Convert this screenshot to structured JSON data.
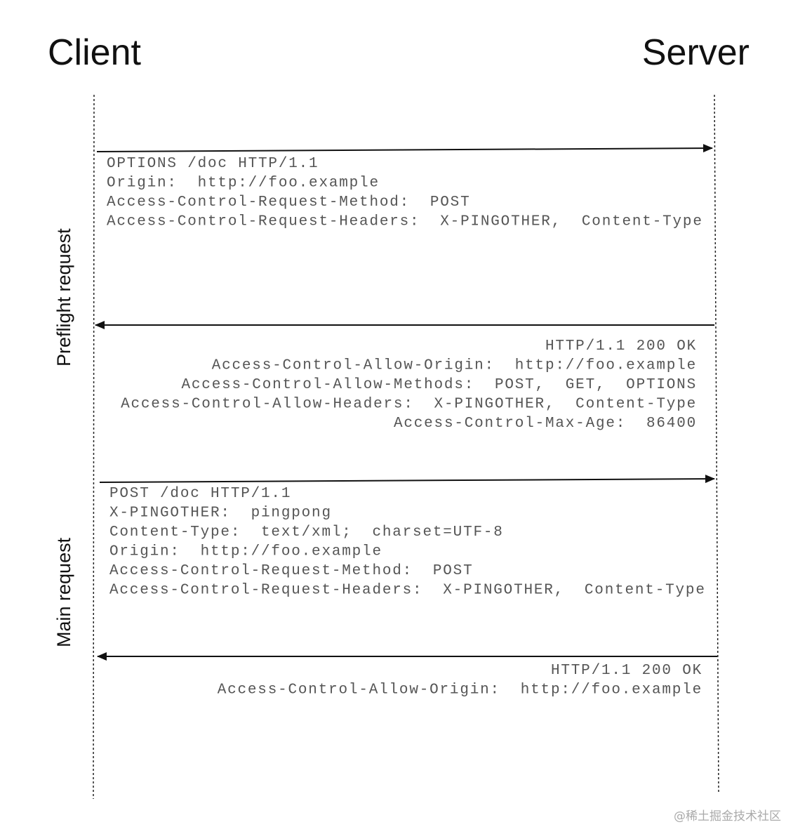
{
  "participants": {
    "client": "Client",
    "server": "Server"
  },
  "phases": {
    "preflight": "Preflight request",
    "main": "Main request"
  },
  "messages": [
    {
      "direction": "client-to-server",
      "lines": [
        "OPTIONS /doc HTTP/1.1",
        "Origin:  http://foo.example",
        "Access-Control-Request-Method:  POST",
        "Access-Control-Request-Headers:  X-PINGOTHER,  Content-Type"
      ]
    },
    {
      "direction": "server-to-client",
      "lines": [
        "HTTP/1.1 200 OK",
        "Access-Control-Allow-Origin:  http://foo.example",
        "Access-Control-Allow-Methods:  POST,  GET,  OPTIONS",
        "Access-Control-Allow-Headers:  X-PINGOTHER,  Content-Type",
        "Access-Control-Max-Age:  86400"
      ]
    },
    {
      "direction": "client-to-server",
      "lines": [
        "POST /doc HTTP/1.1",
        "X-PINGOTHER:  pingpong",
        "Content-Type:  text/xml;  charset=UTF-8",
        "Origin:  http://foo.example",
        "Access-Control-Request-Method:  POST",
        "Access-Control-Request-Headers:  X-PINGOTHER,  Content-Type"
      ]
    },
    {
      "direction": "server-to-client",
      "lines": [
        "HTTP/1.1 200 OK",
        "Access-Control-Allow-Origin:  http://foo.example"
      ]
    }
  ],
  "watermark": "@稀土掘金技术社区",
  "colors": {
    "text": "#555555",
    "line": "#111111"
  }
}
